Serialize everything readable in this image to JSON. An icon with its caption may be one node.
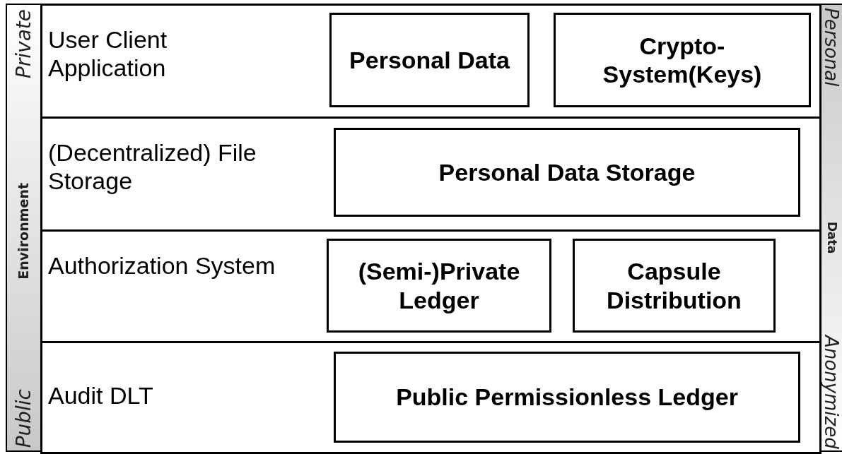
{
  "diagram": {
    "nodes": [
      {
        "text": [
          "Private",
          "Environment",
          "Public"
        ]
      },
      {
        "text": [
          "Personal",
          "Data",
          "Anonymized"
        ]
      },
      {
        "text": [
          "User Client Application"
        ]
      },
      {
        "text": [
          "Personal Data"
        ],
        "in": 2
      },
      {
        "text": [
          "Crypto-System(Keys)"
        ],
        "in": 2
      },
      {
        "text": [
          "(Decentralized) File Storage"
        ]
      },
      {
        "text": [
          "Personal Data Storage"
        ],
        "in": 5
      },
      {
        "text": [
          "Authorization System"
        ]
      },
      {
        "text": [
          "(Semi-)Private Ledger"
        ],
        "in": 7
      },
      {
        "text": [
          "Capsule Distribution"
        ],
        "in": 7
      },
      {
        "text": [
          "Audit DLT"
        ]
      },
      {
        "text": [
          "Public Permissionless Ledger"
        ],
        "in": 10
      }
    ]
  }
}
